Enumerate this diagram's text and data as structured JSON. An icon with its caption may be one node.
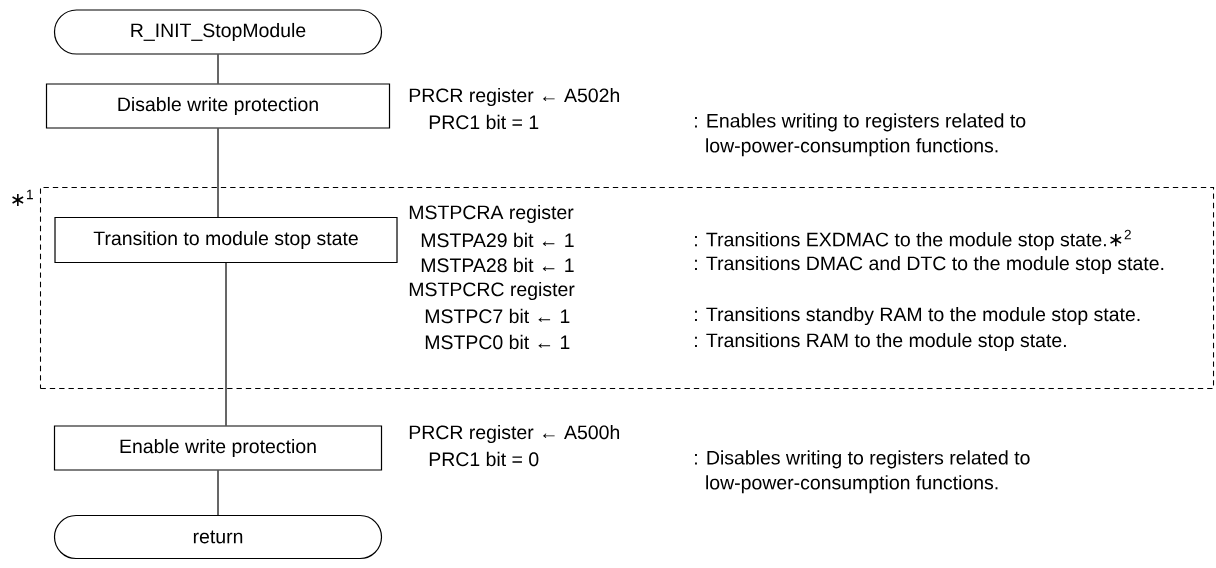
{
  "diagram": {
    "nodes": [
      {
        "text": [
          "R_INIT_StopModule"
        ]
      },
      {
        "text": [
          "Disable write protection"
        ]
      },
      {
        "text": [],
        "shape": "box",
        "beside": [
          "∗$^{1}$"
        ]
      },
      {
        "text": [
          "Transition to module stop state"
        ],
        "in": 2
      },
      {
        "text": [
          "Enable write protection"
        ]
      },
      {
        "text": [
          "return"
        ]
      }
    ],
    "edges": [
      {
        "from": 0,
        "to": 1,
        "arrow": "none"
      },
      {
        "from": 1,
        "to": 3,
        "arrow": "none"
      },
      {
        "from": 3,
        "to": 4,
        "arrow": "none"
      },
      {
        "from": 4,
        "to": 5,
        "arrow": "none"
      }
    ],
    "labels": [
      "PRCR register ← A502h",
      "PRC1 bit = 1",
      ": Enables writing to registers related to low-power-consumption functions.",
      "MSTPCRA register",
      "MSTPA29 bit ← 1",
      ": Transitions EXDMAC to the module stop state.∗$^{2}$",
      "MSTPA28 bit ← 1",
      ": Transitions DMAC and DTC to the module stop state.",
      "MSTPCRC register",
      "MSTPC7 bit ← 1",
      ": Transitions standby RAM to the module stop state.",
      "MSTPC0 bit ← 1",
      ": Transitions RAM to the module stop state.",
      "PRCR register ← A500h",
      "PRC1 bit = 0",
      ": Disables writing to registers related to low-power-consumption functions."
    ]
  }
}
